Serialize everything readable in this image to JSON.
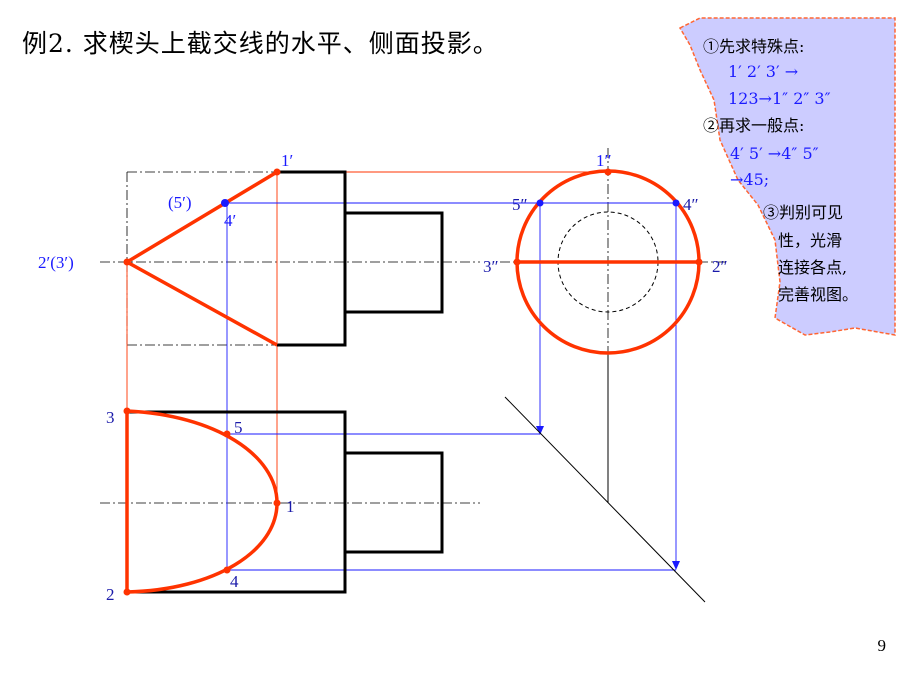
{
  "title": "例2. 求楔头上截交线的水平、侧面投影。",
  "page_number": "9",
  "labels": {
    "p1_front": "1′",
    "p5_front": "(5′)",
    "p4_front": "4′",
    "p23_front": "2′(3′)",
    "p1_side": "1″",
    "p5_side": "5″",
    "p4_side": "4″",
    "p3_side": "3″",
    "p2_side": "2″",
    "p3_top": "3",
    "p5_top": "5",
    "p1_top": "1",
    "p4_top": "4",
    "p2_top": "2"
  },
  "note": {
    "line1": "①先求特殊点:",
    "line2": "1′ 2′ 3′ →",
    "line3": "123→1″ 2″ 3″",
    "line4": "②再求一般点:",
    "line5": "4′ 5′ →4″ 5″",
    "line6": "→45;",
    "line7": "③判别可见",
    "line8": "性，光滑",
    "line9": "连接各点,",
    "line10": "完善视图。"
  },
  "colors": {
    "curve": "#ff3300",
    "construction": "#1a1aff",
    "outline": "#000000",
    "note_bg": "#ccccff",
    "note_border": "#ff6633",
    "note_text": "#1a1aff"
  }
}
